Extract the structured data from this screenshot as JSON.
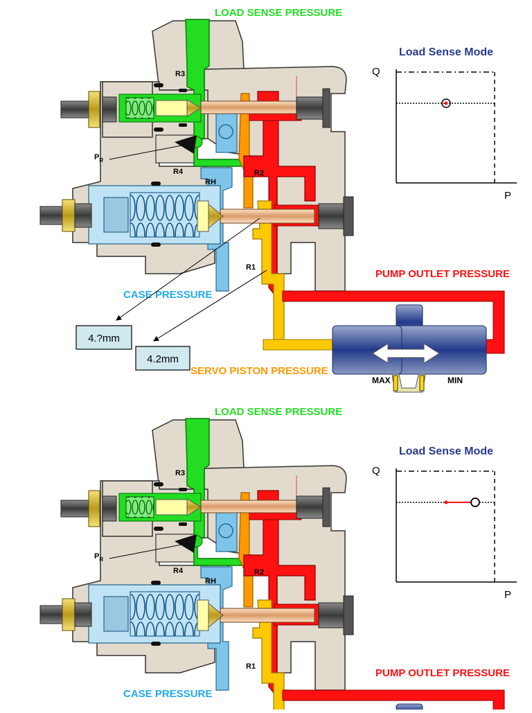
{
  "labels": {
    "load_sense_pressure": "LOAD SENSE PRESSURE",
    "pump_outlet_pressure": "PUMP OUTLET PRESSURE",
    "case_pressure": "CASE PRESSURE",
    "servo_piston_pressure": "SERVO PISTON PRESSURE",
    "r1": "R1",
    "r2": "R2",
    "r3": "R3",
    "r4": "R4",
    "rh": "RH",
    "pr_main": "P",
    "pr_sub": "R",
    "max": "MAX",
    "min": "MIN"
  },
  "callouts": {
    "box1": "4.?mm",
    "box2": "4.2mm"
  },
  "graph": {
    "title": "Load Sense Mode",
    "y_axis": "Q",
    "x_axis": "P"
  },
  "colors": {
    "load_sense": "#22dd22",
    "pump_outlet": "#ff1111",
    "case": "#7fc4ea",
    "servo": "#ffc800",
    "servo_orange": "#ff9900",
    "body": "#e2dbcd",
    "graph_title": "#2a3a8c",
    "case_label": "#22aaee"
  }
}
